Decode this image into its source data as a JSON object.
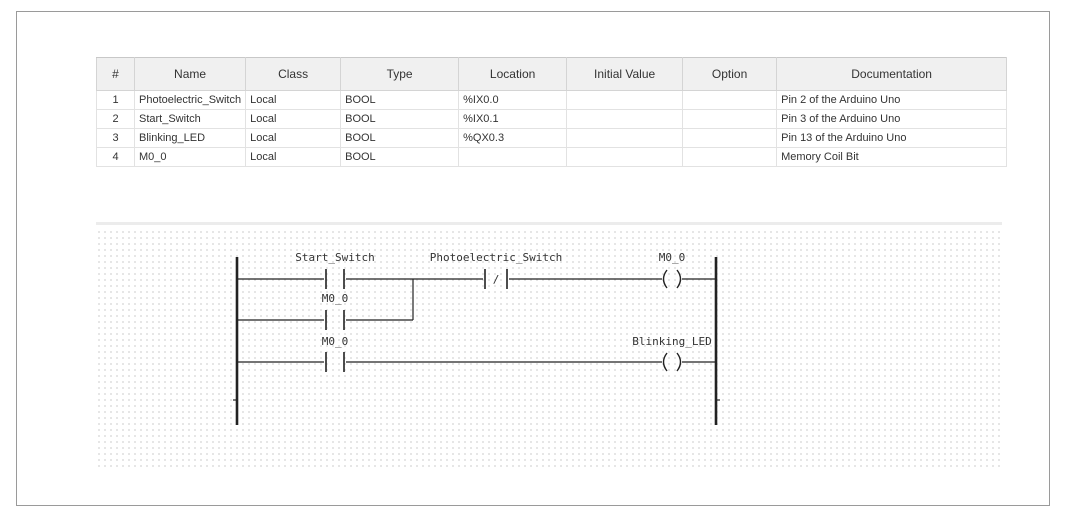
{
  "variables": {
    "headers": [
      "#",
      "Name",
      "Class",
      "Type",
      "Location",
      "Initial Value",
      "Option",
      "Documentation"
    ],
    "rows": [
      {
        "num": "1",
        "name": "Photoelectric_Switch",
        "class": "Local",
        "type": "BOOL",
        "location": "%IX0.0",
        "initial": "",
        "option": "",
        "doc": "Pin 2 of the Arduino Uno"
      },
      {
        "num": "2",
        "name": "Start_Switch",
        "class": "Local",
        "type": "BOOL",
        "location": "%IX0.1",
        "initial": "",
        "option": "",
        "doc": "Pin 3 of the Arduino Uno"
      },
      {
        "num": "3",
        "name": "Blinking_LED",
        "class": "Local",
        "type": "BOOL",
        "location": "%QX0.3",
        "initial": "",
        "option": "",
        "doc": "Pin 13 of the Arduino Uno"
      },
      {
        "num": "4",
        "name": "M0_0",
        "class": "Local",
        "type": "BOOL",
        "location": "",
        "initial": "",
        "option": "",
        "doc": "Memory Coil Bit"
      }
    ]
  },
  "ladder": {
    "contact_start": "Start_Switch",
    "contact_m0_seal": "M0_0",
    "contact_photo": "Photoelectric_Switch",
    "contact_photo_symbol": "/",
    "coil_m0": "M0_0",
    "contact_m0_rung2": "M0_0",
    "coil_led": "Blinking_LED"
  }
}
